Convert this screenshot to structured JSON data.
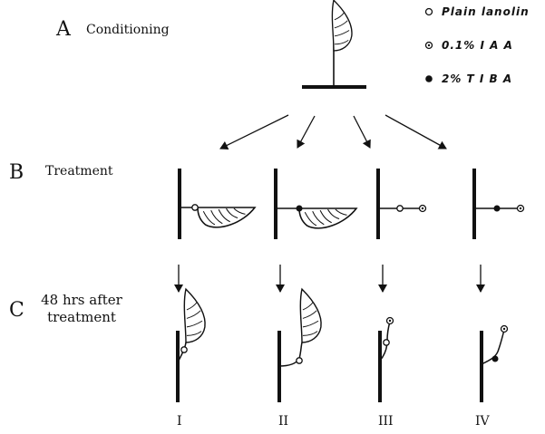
{
  "sections": {
    "a": {
      "letter": "A",
      "label": "Conditioning"
    },
    "b": {
      "letter": "B",
      "label": "Treatment"
    },
    "c": {
      "letter": "C",
      "label_line1": "48 hrs after",
      "label_line2": "treatment"
    }
  },
  "legend": [
    {
      "symbol": "open-circle",
      "text": "Plain lanolin"
    },
    {
      "symbol": "dot-circle",
      "text": "0.1% I A A"
    },
    {
      "symbol": "filled-circle",
      "text": "2% T I B A"
    }
  ],
  "columns": [
    "I",
    "II",
    "III",
    "IV"
  ]
}
